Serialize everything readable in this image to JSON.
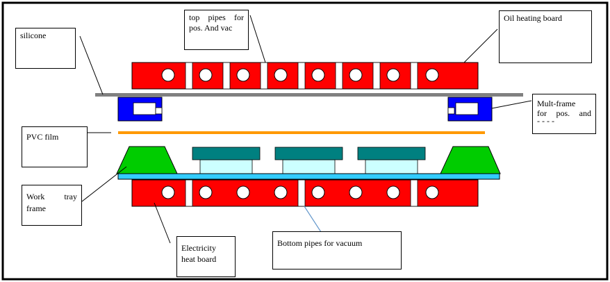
{
  "labels": {
    "top_pipes": {
      "line1": "top  pipes  for",
      "line2": "pos. And vac"
    },
    "oil_heating": "Oil heating board",
    "silicone": "silicone",
    "mult_frame": {
      "line1": "Mult-frame",
      "line2": "for  pos.  and",
      "line3": "- - - -"
    },
    "pvc_film": "PVC film",
    "work_tray": {
      "line1": "Work       tray",
      "line2": "frame"
    },
    "electricity_heat": {
      "line1": "Electricity",
      "line2": "heat board"
    },
    "bottom_pipes": "Bottom pipes for vacuum"
  },
  "colors": {
    "heating_board": "#ff0000",
    "silicone": "#808080",
    "mult_frame": "#0000ff",
    "pvc_film": "#ff9900",
    "tray_frame": "#00cc00",
    "work_tray": "#33ccff",
    "mold_top": "#008080",
    "mold_base": "#ccffff",
    "border": "#000000"
  },
  "counts": {
    "top_holes": 8,
    "bottom_holes": 8
  }
}
